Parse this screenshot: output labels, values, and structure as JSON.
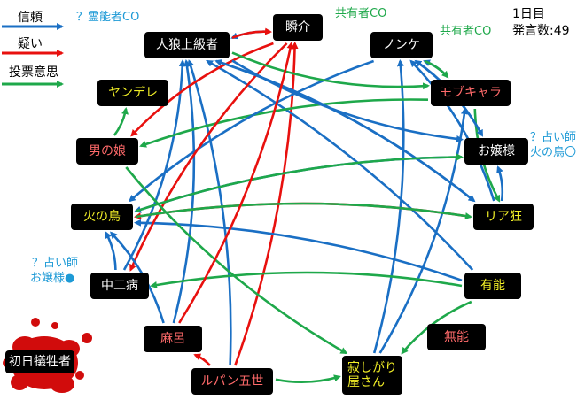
{
  "legend": [
    {
      "label": "信頼",
      "color": "#1a6fc4"
    },
    {
      "label": "疑い",
      "color": "#e8100e"
    },
    {
      "label": "投票意思",
      "color": "#1ea84a"
    }
  ],
  "info": {
    "day": "1日目",
    "count": "発言数:49"
  },
  "annotations": {
    "medium_co": "？霊能者CO",
    "shunsuke_co": "共有者CO",
    "nonke_co": "共有者CO",
    "seer_right": [
      "？占い師",
      "火の鳥〇"
    ],
    "seer_left": [
      "？占い師",
      "お嬢様●"
    ]
  },
  "nodes": {
    "jinro": {
      "label": "人狼上級者",
      "color": "#ffffff"
    },
    "shunsuke": {
      "label": "瞬介",
      "color": "#ffffff"
    },
    "nonke": {
      "label": "ノンケ",
      "color": "#ffffff"
    },
    "yandere": {
      "label": "ヤンデレ",
      "color": "#f2ef27"
    },
    "mob": {
      "label": "モブキャラ",
      "color": "#ff6a6a"
    },
    "otokonoko": {
      "label": "男の娘",
      "color": "#ff6a6a"
    },
    "ojousama": {
      "label": "お嬢様",
      "color": "#ffffff"
    },
    "hinotori": {
      "label": "火の鳥",
      "color": "#f2ef27"
    },
    "riakyou": {
      "label": "リア狂",
      "color": "#f2ef27"
    },
    "chuuni": {
      "label": "中二病",
      "color": "#ffffff"
    },
    "yuunou": {
      "label": "有能",
      "color": "#f2ef27"
    },
    "maro": {
      "label": "麻呂",
      "color": "#ff6a6a"
    },
    "munou": {
      "label": "無能",
      "color": "#ff6a6a"
    },
    "lupin": {
      "label": "ルパン五世",
      "color": "#ff6a6a"
    },
    "sabishi": {
      "label": "寂しがり 屋さん",
      "color": "#f2ef27"
    }
  },
  "victim": {
    "label": "初日犠牲者"
  },
  "colors": {
    "trust": "#1a6fc4",
    "doubt": "#e8100e",
    "vote": "#1ea84a",
    "annotation_blue": "#1e9ad6",
    "annotation_green": "#1ea84a"
  },
  "edges": [
    {
      "from": "chuuni",
      "to": "jinro",
      "type": "trust"
    },
    {
      "from": "chuuni",
      "to": "hinotori",
      "type": "trust"
    },
    {
      "from": "maro",
      "to": "jinro",
      "type": "trust"
    },
    {
      "from": "lupin",
      "to": "jinro",
      "type": "trust"
    },
    {
      "from": "lupin",
      "to": "shunsuke",
      "type": "doubt"
    },
    {
      "from": "lupin",
      "to": "maro",
      "type": "doubt"
    },
    {
      "from": "lupin",
      "to": "sabishi",
      "type": "vote"
    },
    {
      "from": "sabishi",
      "to": "nonke",
      "type": "trust"
    },
    {
      "from": "sabishi",
      "to": "mob",
      "type": "trust"
    },
    {
      "from": "yuunou",
      "to": "hinotori",
      "type": "trust"
    },
    {
      "from": "yuunou",
      "to": "jinro",
      "type": "trust"
    },
    {
      "from": "yuunou",
      "to": "sabishi",
      "type": "vote"
    },
    {
      "from": "yuunou",
      "to": "chuuni",
      "type": "vote"
    },
    {
      "from": "riakyou",
      "to": "hinotori",
      "type": "doubt"
    },
    {
      "from": "riakyou",
      "to": "ojousama",
      "type": "trust"
    },
    {
      "from": "riakyou",
      "to": "jinro",
      "type": "trust"
    },
    {
      "from": "riakyou",
      "to": "nonke",
      "type": "trust"
    },
    {
      "from": "ojousama",
      "to": "nonke",
      "type": "trust"
    },
    {
      "from": "ojousama",
      "to": "hinotori",
      "type": "trust"
    },
    {
      "from": "mob",
      "to": "nonke",
      "type": "trust"
    },
    {
      "from": "mob",
      "to": "riakyou",
      "type": "vote"
    },
    {
      "from": "mob",
      "to": "otokonoko",
      "type": "vote"
    },
    {
      "from": "nonke",
      "to": "mob",
      "type": "vote"
    },
    {
      "from": "nonke",
      "to": "ojousama",
      "type": "trust"
    },
    {
      "from": "nonke",
      "to": "hinotori",
      "type": "trust"
    },
    {
      "from": "shunsuke",
      "to": "jinro",
      "type": "trust"
    },
    {
      "from": "shunsuke",
      "to": "otokonoko",
      "type": "doubt"
    },
    {
      "from": "shunsuke",
      "to": "chuuni",
      "type": "doubt"
    },
    {
      "from": "jinro",
      "to": "shunsuke",
      "type": "doubt"
    },
    {
      "from": "jinro",
      "to": "mob",
      "type": "vote"
    },
    {
      "from": "jinro",
      "to": "ojousama",
      "type": "trust"
    },
    {
      "from": "jinro",
      "to": "riakyou",
      "type": "trust"
    },
    {
      "from": "otokonoko",
      "to": "yandere",
      "type": "vote"
    },
    {
      "from": "otokonoko",
      "to": "sabishi",
      "type": "vote"
    },
    {
      "from": "hinotori",
      "to": "riakyou",
      "type": "vote"
    },
    {
      "from": "hinotori",
      "to": "ojousama",
      "type": "vote"
    },
    {
      "from": "maro",
      "to": "shunsuke",
      "type": "doubt"
    },
    {
      "from": "maro",
      "to": "hinotori",
      "type": "trust"
    }
  ]
}
